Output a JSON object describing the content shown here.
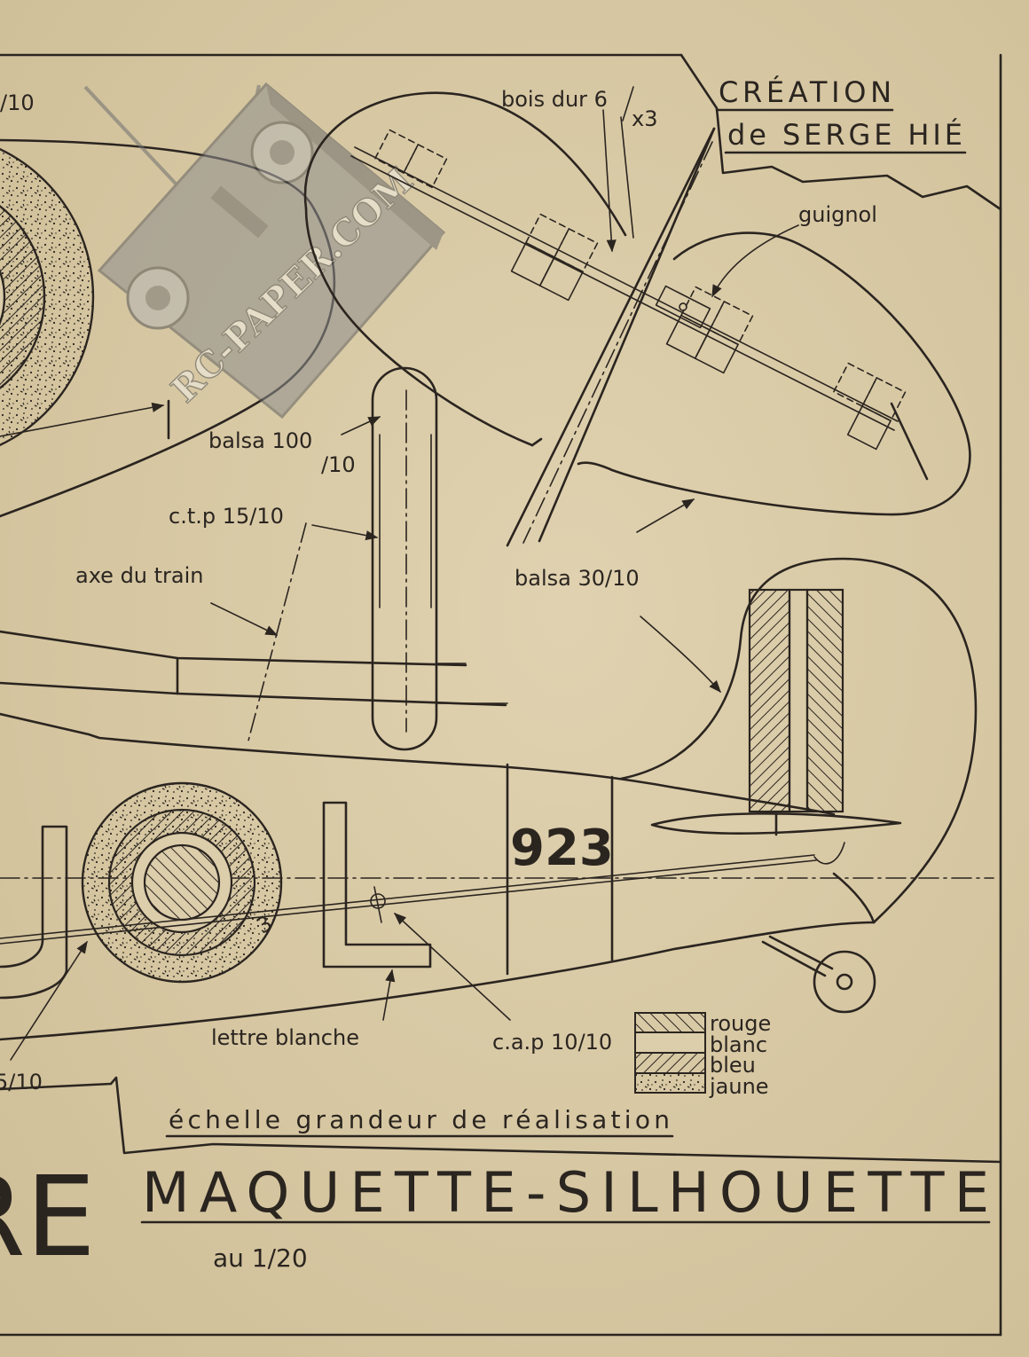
{
  "creation": {
    "line1": "CRÉATION",
    "line2": "de SERGE HIÉ"
  },
  "labels": {
    "top_left_fraction": "/10",
    "bois_dur": "bois dur 6",
    "bois_dur_x3": "x3",
    "guignol": "guignol",
    "balsa_100": "balsa 100",
    "balsa_100_den": "/10",
    "ctp": "c.t.p 15/10",
    "axe_du_train": "axe du train",
    "balsa_30": "balsa 30/10",
    "lettre_blanche": "lettre blanche",
    "cap": "c.a.p 10/10",
    "bottom_left_fraction": "5/10",
    "roundel_mark": "3"
  },
  "registration": "923",
  "legend": [
    {
      "label": "rouge"
    },
    {
      "label": "blanc"
    },
    {
      "label": "bleu"
    },
    {
      "label": "jaune"
    }
  ],
  "scale_note": "échelle grandeur de réalisation",
  "title": {
    "partial": "RE",
    "main": "MAQUETTE-SILHOUETTE",
    "scale": "au 1/20"
  },
  "watermark": "RC-PAPER.COM",
  "colors": {
    "paper": "#dacba7",
    "ink": "#2b2520"
  }
}
